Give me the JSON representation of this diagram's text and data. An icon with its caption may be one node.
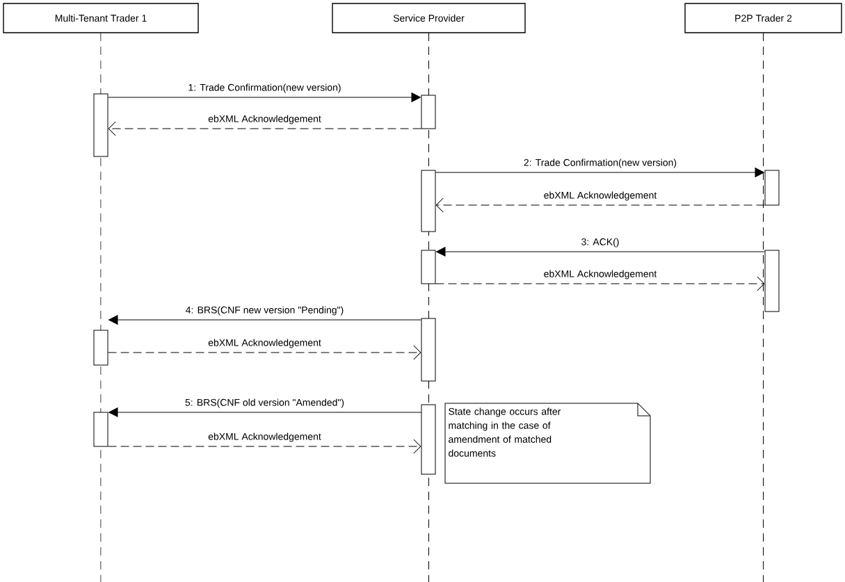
{
  "diagram": {
    "nodes": [
      {
        "text": [
          "Multi-Tenant Trader 1"
        ]
      },
      {
        "text": [
          "Service Provider"
        ]
      },
      {
        "text": [
          "P2P Trader 2"
        ]
      },
      {
        "text": [],
        "shape": "bar"
      },
      {
        "text": [],
        "shape": "bar"
      },
      {
        "text": [],
        "shape": "bar"
      },
      {
        "text": [],
        "shape": "bar"
      },
      {
        "text": [],
        "shape": "bar"
      },
      {
        "text": [],
        "shape": "bar"
      },
      {
        "text": [],
        "shape": "bar"
      },
      {
        "text": [],
        "shape": "bar"
      },
      {
        "text": [],
        "shape": "bar"
      },
      {
        "text": [],
        "shape": "bar"
      },
      {
        "text": [
          "State change occurs after matching in the case of amendment of matched documents"
        ]
      }
    ],
    "edges": [
      {
        "from": 3,
        "to": 4,
        "arrow": "to",
        "label": "1: Trade Confirmation(new version)"
      },
      {
        "from": 4,
        "to": 3,
        "arrow": "to",
        "label": "ebXML Acknowledgement",
        "style": "dashed"
      },
      {
        "from": 5,
        "to": 6,
        "arrow": "to",
        "label": "2: Trade Confirmation(new version)"
      },
      {
        "from": 6,
        "to": 5,
        "arrow": "to",
        "label": "ebXML Acknowledgement",
        "style": "dashed"
      },
      {
        "from": 8,
        "to": 7,
        "arrow": "to",
        "label": "3: ACK()"
      },
      {
        "from": 7,
        "to": 8,
        "arrow": "to",
        "label": "ebXML Acknowledgement",
        "style": "dashed"
      },
      {
        "from": 10,
        "to": 9,
        "arrow": "to",
        "label": "4: BRS(CNF new version \"Pending\")"
      },
      {
        "from": 9,
        "to": 10,
        "arrow": "to",
        "label": "ebXML Acknowledgement",
        "style": "dashed"
      },
      {
        "from": 12,
        "to": 11,
        "arrow": "to",
        "label": "5: BRS(CNF old version \"Amended\")"
      },
      {
        "from": 11,
        "to": 12,
        "arrow": "to",
        "label": "ebXML Acknowledgement",
        "style": "dashed"
      }
    ]
  }
}
